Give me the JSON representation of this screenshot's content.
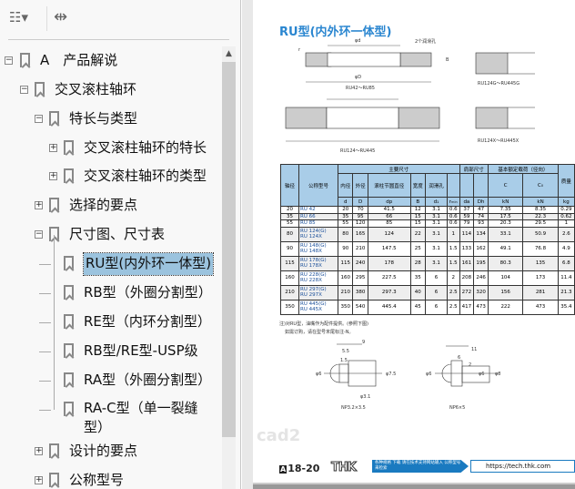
{
  "toolbar": {
    "options_icon": "list-options-icon",
    "expand_icon": "bookmark-expand-icon"
  },
  "bookmarks": [
    {
      "label": "A　产品解说",
      "level": 0,
      "exp": "-"
    },
    {
      "label": "交叉滚柱轴环",
      "level": 1,
      "exp": "-"
    },
    {
      "label": "特长与类型",
      "level": 2,
      "exp": "-"
    },
    {
      "label": "交叉滚柱轴环的特长",
      "level": 3,
      "exp": "+"
    },
    {
      "label": "交叉滚柱轴环的类型",
      "level": 3,
      "exp": "+"
    },
    {
      "label": "选择的要点",
      "level": 2,
      "exp": "+"
    },
    {
      "label": "尺寸图、尺寸表",
      "level": 2,
      "exp": "-"
    },
    {
      "label": "RU型(内外环一体型)",
      "level": 3,
      "exp": "",
      "selected": true
    },
    {
      "label": "RB型（外圈分割型）",
      "level": 3,
      "exp": ""
    },
    {
      "label": "RE型（内环分割型）",
      "level": 3,
      "exp": ""
    },
    {
      "label": "RB型/RE型-USP级",
      "level": 3,
      "exp": ""
    },
    {
      "label": "RA型（外圈分割型）",
      "level": 3,
      "exp": ""
    },
    {
      "label": "RA-C型（单一裂缝",
      "label2": "型）",
      "level": 3,
      "exp": ""
    },
    {
      "label": "设计的要点",
      "level": 2,
      "exp": "+"
    },
    {
      "label": "公称型号",
      "level": 2,
      "exp": "+"
    }
  ],
  "page": {
    "title": "RU型(内外环一体型)",
    "watermark": "cad2",
    "drawing_labels": {
      "phi_d": "φd",
      "phi_D": "φD",
      "lube": "2个润滑孔",
      "B": "B",
      "r": "r",
      "cap1": "RU42～RU85",
      "cap2": "RU124G～RU445G",
      "cap3": "RU124～RU445",
      "cap4": "RU124X～RU445X"
    },
    "table": {
      "group_main": "主要尺寸",
      "group_shoulder": "肩部尺寸",
      "group_load": "基本额定载荷（径向）",
      "headers": [
        "轴径",
        "公称型号",
        "内径",
        "外径",
        "滚柱节圆直径",
        "宽度",
        "润滑孔",
        "",
        "",
        "",
        "C",
        "C₀",
        "质量"
      ],
      "units": [
        "",
        "",
        "d",
        "D",
        "dp",
        "B",
        "d₁",
        "rₘᵢₙ",
        "da",
        "Dh",
        "kN",
        "kN",
        "kg"
      ],
      "rows": [
        {
          "shaft": "20",
          "models": [
            "RU 42"
          ],
          "v": [
            "20",
            "70",
            "41.5",
            "12",
            "3.1",
            "0.6",
            "37",
            "47",
            "7.35",
            "8.35",
            "0.29"
          ]
        },
        {
          "shaft": "35",
          "models": [
            "RU 66"
          ],
          "v": [
            "35",
            "95",
            "66",
            "15",
            "3.1",
            "0.6",
            "59",
            "74",
            "17.5",
            "22.3",
            "0.62"
          ]
        },
        {
          "shaft": "55",
          "models": [
            "RU 85"
          ],
          "v": [
            "55",
            "120",
            "85",
            "15",
            "3.1",
            "0.6",
            "79",
            "93",
            "20.3",
            "29.5",
            "1"
          ]
        },
        {
          "shaft": "80",
          "models": [
            "RU 124(G)",
            "RU 124X"
          ],
          "v": [
            "80",
            "165",
            "124",
            "22",
            "3.1",
            "1",
            "114",
            "134",
            "33.1",
            "50.9",
            "2.6"
          ]
        },
        {
          "shaft": "90",
          "models": [
            "RU 148(G)",
            "RU 148X"
          ],
          "v": [
            "90",
            "210",
            "147.5",
            "25",
            "3.1",
            "1.5",
            "133",
            "162",
            "49.1",
            "76.8",
            "4.9"
          ]
        },
        {
          "shaft": "115",
          "models": [
            "RU 178(G)",
            "RU 178X"
          ],
          "v": [
            "115",
            "240",
            "178",
            "28",
            "3.1",
            "1.5",
            "161",
            "195",
            "80.3",
            "135",
            "6.8"
          ]
        },
        {
          "shaft": "160",
          "models": [
            "RU 228(G)",
            "RU 228X"
          ],
          "v": [
            "160",
            "295",
            "227.5",
            "35",
            "6",
            "2",
            "208",
            "246",
            "104",
            "173",
            "11.4"
          ]
        },
        {
          "shaft": "210",
          "models": [
            "RU 297(G)",
            "RU 297X"
          ],
          "v": [
            "210",
            "380",
            "297.3",
            "40",
            "6",
            "2.5",
            "272",
            "320",
            "156",
            "281",
            "21.3"
          ]
        },
        {
          "shaft": "350",
          "models": [
            "RU 445(G)",
            "RU 445X"
          ],
          "v": [
            "350",
            "540",
            "445.4",
            "45",
            "6",
            "2.5",
            "417",
            "473",
            "222",
            "473",
            "35.4"
          ]
        }
      ]
    },
    "note1": "注)对RU型，油嘴作为配件提供。(参照下图)",
    "note2": "如需订购，请在型号末尾标注-N。",
    "nipple1": {
      "dims": [
        "9",
        "5.5",
        "1.5",
        "φ6",
        "φ7.5",
        "φ3.1"
      ],
      "caption": "NP3.2×3.5"
    },
    "nipple2": {
      "dims": [
        "11",
        "6",
        "2",
        "φ6",
        "φ6",
        "φ8"
      ],
      "caption": "NP6×5"
    },
    "footer": {
      "page_no": "18-20",
      "brand": "THK",
      "banner": "各种规格 下载 请在技术支持网站输入 公称型号 来检索",
      "url": "https://tech.thk.com"
    }
  }
}
